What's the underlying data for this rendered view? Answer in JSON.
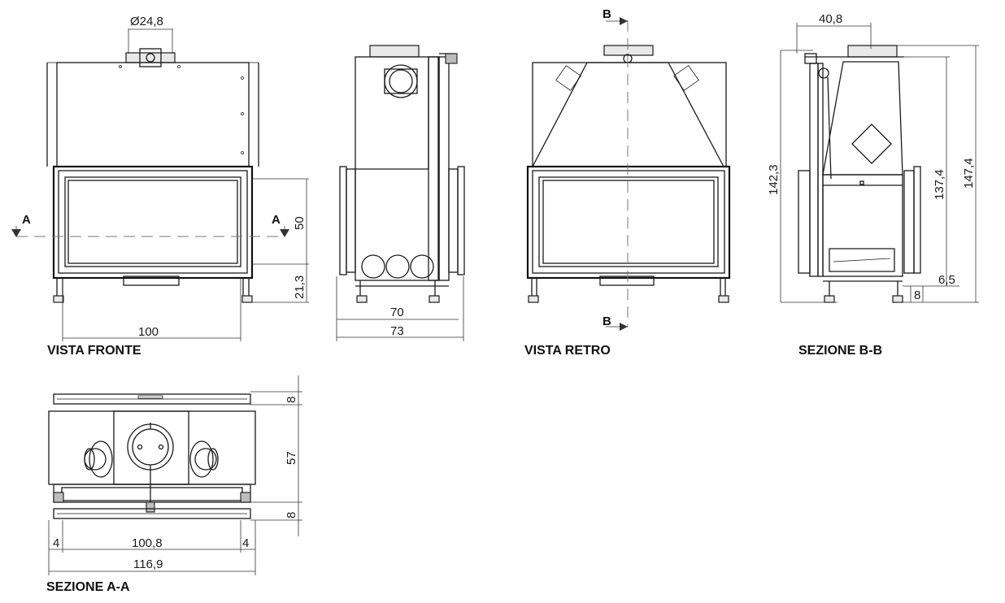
{
  "captions": {
    "front": "VISTA FRONTE",
    "back": "VISTA RETRO",
    "section_bb": "SEZIONE B-B",
    "section_aa": "SEZIONE A-A"
  },
  "section_marks": {
    "a": "A",
    "b": "B"
  },
  "dimensions": {
    "front_flue_diameter": "Ø24,8",
    "front_glass_height": "50",
    "front_base_height": "21,3",
    "front_width": "100",
    "side_depth_inner": "70",
    "side_depth_outer": "73",
    "bb_top_depth": "40,8",
    "bb_height_left": "142,3",
    "bb_height_mid": "137,4",
    "bb_height_total": "147,4",
    "bb_bottom_offset": "6,5",
    "bb_bottom_gap": "8",
    "aa_top_lip": "8",
    "aa_depth": "57",
    "aa_bottom_lip": "8",
    "aa_side_left": "4",
    "aa_side_right": "4",
    "aa_inner_width": "100,8",
    "aa_total_width": "116,9"
  }
}
